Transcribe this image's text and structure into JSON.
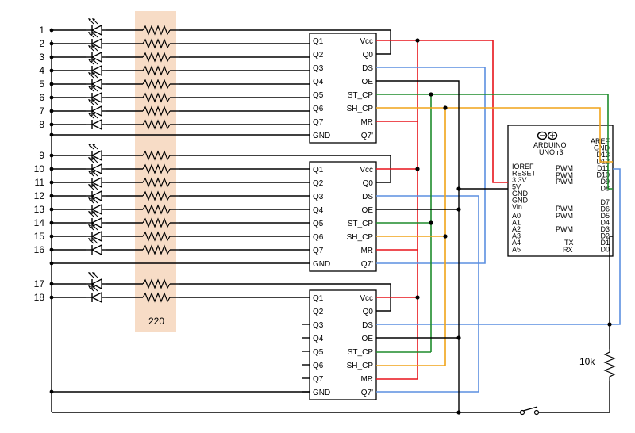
{
  "rows_a": [
    "1",
    "2",
    "3",
    "4",
    "5",
    "6",
    "7",
    "8"
  ],
  "rows_b": [
    "9",
    "10",
    "11",
    "12",
    "13",
    "14",
    "15",
    "16"
  ],
  "rows_c": [
    "17",
    "18"
  ],
  "resistor_value": "220",
  "pulldown_value": "10k",
  "shift_register": {
    "left_pins": [
      "Q1",
      "Q2",
      "Q3",
      "Q4",
      "Q5",
      "Q6",
      "Q7",
      "GND"
    ],
    "right_pins": [
      "Vcc",
      "Q0",
      "DS",
      "OE",
      "ST_CP",
      "SH_CP",
      "MR",
      "Q7'"
    ]
  },
  "arduino": {
    "logo": "∞",
    "name": "ARDUINO",
    "model": "UNO r3",
    "left_pins": [
      "IOREF",
      "RESET",
      "3.3V",
      "5V",
      "GND",
      "GND",
      "Vin",
      "A0",
      "A1",
      "A2",
      "A3",
      "A4",
      "A5"
    ],
    "right_pins": [
      "AREF",
      "GND",
      "D13",
      "D12",
      "D11",
      "D10",
      "D9",
      "D8",
      "D7",
      "D6",
      "D5",
      "D4",
      "D3",
      "D2",
      "D1",
      "D0"
    ],
    "pwm_labels": [
      "PWM",
      "PWM",
      "PWM",
      "PWM",
      "PWM",
      "PWM"
    ],
    "tx": "TX",
    "rx": "RX"
  },
  "colors": {
    "vcc": "#e8141b",
    "data": "#5b8fe0",
    "latch": "#1e8c2c",
    "clock": "#f0a318",
    "highlight": "#f7dcc6"
  }
}
